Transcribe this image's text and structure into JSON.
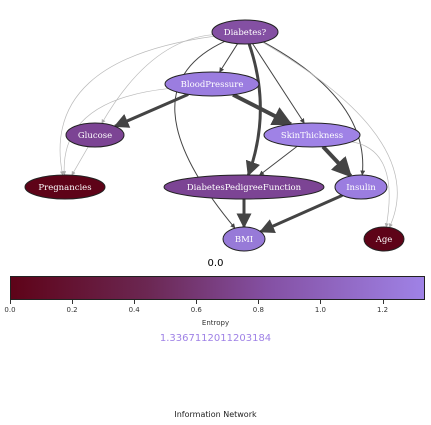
{
  "graph": {
    "nodes": [
      {
        "id": "diabetes",
        "label": "Diabetes?",
        "entropy": 0.85,
        "color": "#8450a3"
      },
      {
        "id": "bloodpressure",
        "label": "BloodPressure",
        "entropy": 1.25,
        "color": "#9b7de0"
      },
      {
        "id": "glucose",
        "label": "Glucose",
        "entropy": 0.75,
        "color": "#7c4494"
      },
      {
        "id": "skinthickness",
        "label": "SkinThickness",
        "entropy": 1.32,
        "color": "#9f82e6"
      },
      {
        "id": "pregnancies",
        "label": "Pregnancies",
        "entropy": 0.05,
        "color": "#5e0318"
      },
      {
        "id": "dpf",
        "label": "DiabetesPedigreeFunction",
        "entropy": 0.75,
        "color": "#7c4494"
      },
      {
        "id": "insulin",
        "label": "Insulin",
        "entropy": 1.25,
        "color": "#9b7de0"
      },
      {
        "id": "bmi",
        "label": "BMI",
        "entropy": 1.2,
        "color": "#977ad8"
      },
      {
        "id": "age",
        "label": "Age",
        "entropy": 0.0,
        "color": "#5e0318"
      }
    ],
    "edges": [
      {
        "from": "diabetes",
        "to": "bloodpressure",
        "weight": 1
      },
      {
        "from": "diabetes",
        "to": "skinthickness",
        "weight": 1
      },
      {
        "from": "diabetes",
        "to": "insulin",
        "weight": 1
      },
      {
        "from": "diabetes",
        "to": "dpf",
        "weight": 3
      },
      {
        "from": "diabetes",
        "to": "bmi",
        "weight": 1
      },
      {
        "from": "diabetes",
        "to": "glucose",
        "weight": 0.6
      },
      {
        "from": "diabetes",
        "to": "pregnancies",
        "weight": 0.5
      },
      {
        "from": "diabetes",
        "to": "age",
        "weight": 0.5
      },
      {
        "from": "bloodpressure",
        "to": "glucose",
        "weight": 3
      },
      {
        "from": "bloodpressure",
        "to": "skinthickness",
        "weight": 4
      },
      {
        "from": "bloodpressure",
        "to": "pregnancies",
        "weight": 0.5
      },
      {
        "from": "glucose",
        "to": "pregnancies",
        "weight": 0.5
      },
      {
        "from": "skinthickness",
        "to": "insulin",
        "weight": 4
      },
      {
        "from": "skinthickness",
        "to": "dpf",
        "weight": 1
      },
      {
        "from": "insulin",
        "to": "bmi",
        "weight": 3
      },
      {
        "from": "dpf",
        "to": "bmi",
        "weight": 3
      },
      {
        "from": "skinthickness",
        "to": "age",
        "weight": 0.5
      }
    ]
  },
  "colorbar": {
    "min_value_label": "0.0",
    "max_value_label": "1.3367112011203184",
    "title": "Entropy",
    "tick_labels": [
      "0.0",
      "0.2",
      "0.4",
      "0.6",
      "0.8",
      "1.0",
      "1.2"
    ],
    "min_color": "#5e0318",
    "max_color": "#9f82e6"
  },
  "footer": {
    "caption": "Information Network"
  }
}
